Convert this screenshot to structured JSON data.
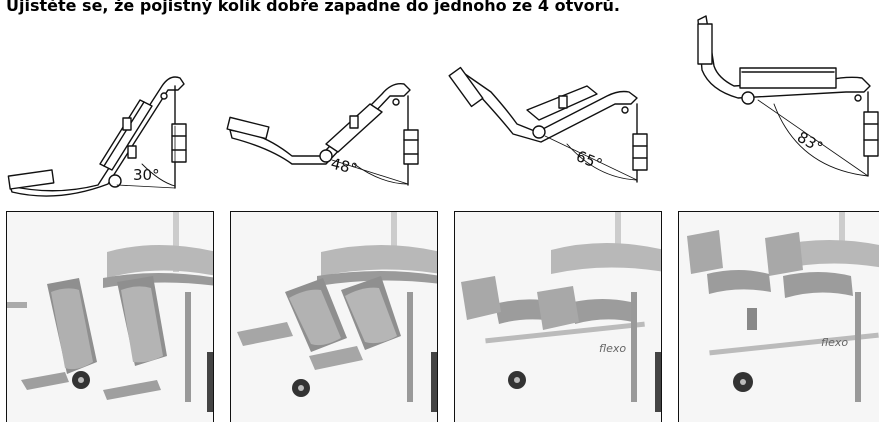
{
  "page": {
    "instruction": "Ujistěte se, že pojistný kolík dobře zapadne do jednoho ze 4 otvorů."
  },
  "diagrams": [
    {
      "angle_label": "30°"
    },
    {
      "angle_label": "48°"
    },
    {
      "angle_label": "65°"
    },
    {
      "angle_label": "83°"
    }
  ],
  "photos": [
    {
      "brand": ""
    },
    {
      "brand": ""
    },
    {
      "brand": "flexo"
    },
    {
      "brand": "flexo"
    }
  ]
}
